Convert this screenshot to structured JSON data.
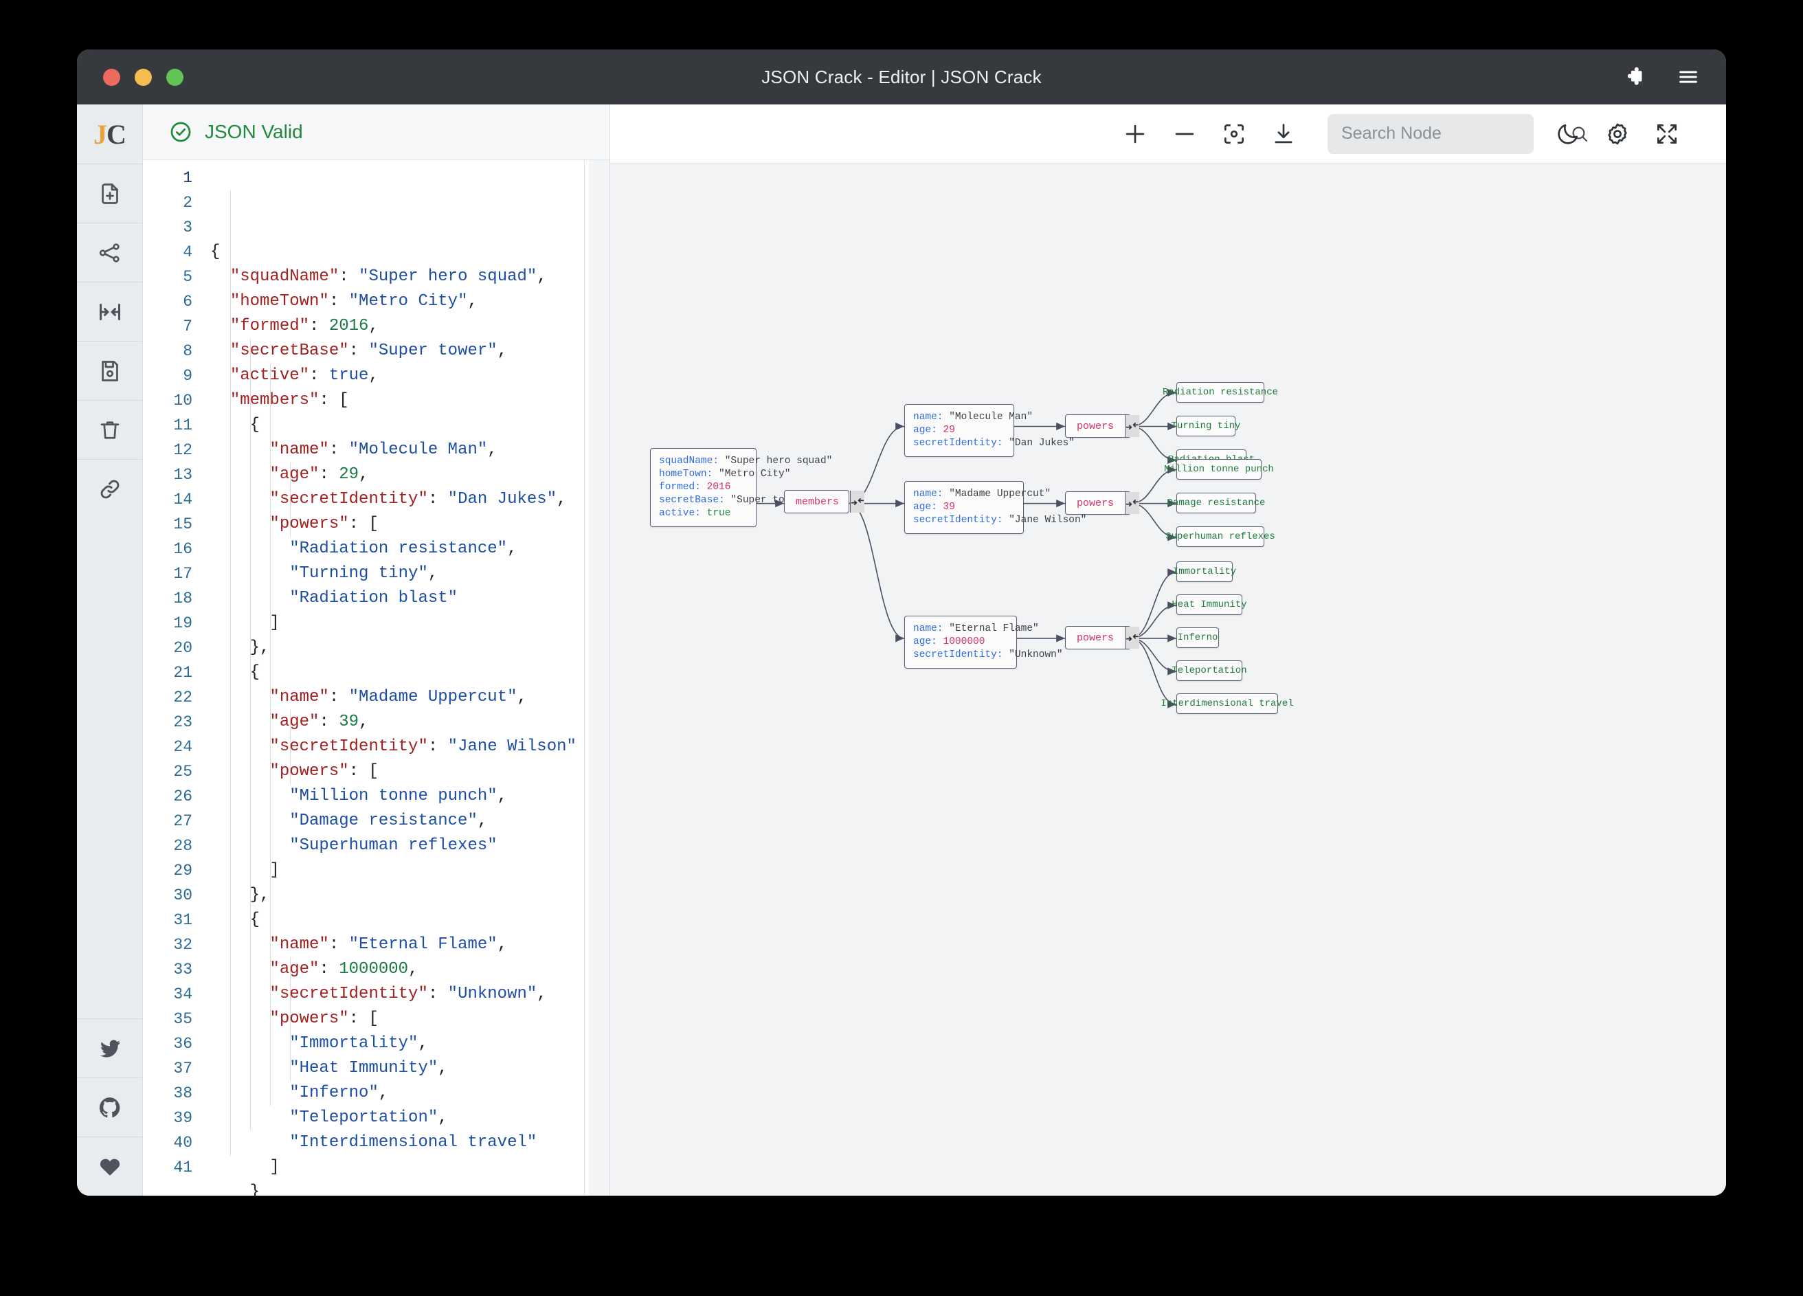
{
  "window": {
    "title": "JSON Crack - Editor | JSON Crack",
    "traffic": {
      "close": "close-button",
      "minimize": "minimize-button",
      "maximize": "maximize-button"
    },
    "right_icons": [
      {
        "name": "extensions-icon",
        "label": "Extensions"
      },
      {
        "name": "menu-icon",
        "label": "Menu"
      }
    ]
  },
  "rail": {
    "logo": {
      "first": "J",
      "second": "C"
    },
    "items": [
      {
        "name": "new-document",
        "icon": "file-plus-icon"
      },
      {
        "name": "graph-view",
        "icon": "share-nodes-icon"
      },
      {
        "name": "fit-width",
        "icon": "collapse-horizontal-icon"
      },
      {
        "name": "save",
        "icon": "floppy-disk-icon"
      },
      {
        "name": "delete",
        "icon": "trash-icon"
      },
      {
        "name": "share-link",
        "icon": "link-icon"
      }
    ],
    "social": [
      {
        "name": "twitter",
        "icon": "twitter-icon"
      },
      {
        "name": "github",
        "icon": "github-icon"
      },
      {
        "name": "sponsor",
        "icon": "heart-icon"
      }
    ]
  },
  "editor": {
    "status": {
      "text": "JSON Valid",
      "icon": "check-circle-icon",
      "color": "#21893b"
    },
    "first_line_number": 1,
    "last_line_number": 41,
    "lines": [
      {
        "n": 1,
        "tokens": [
          {
            "t": "punct",
            "v": "{"
          }
        ]
      },
      {
        "n": 2,
        "tokens": [
          {
            "t": "punct",
            "v": "  "
          },
          {
            "t": "key",
            "v": "\"squadName\""
          },
          {
            "t": "punct",
            "v": ": "
          },
          {
            "t": "str",
            "v": "\"Super hero squad\""
          },
          {
            "t": "punct",
            "v": ","
          }
        ]
      },
      {
        "n": 3,
        "tokens": [
          {
            "t": "punct",
            "v": "  "
          },
          {
            "t": "key",
            "v": "\"homeTown\""
          },
          {
            "t": "punct",
            "v": ": "
          },
          {
            "t": "str",
            "v": "\"Metro City\""
          },
          {
            "t": "punct",
            "v": ","
          }
        ]
      },
      {
        "n": 4,
        "tokens": [
          {
            "t": "punct",
            "v": "  "
          },
          {
            "t": "key",
            "v": "\"formed\""
          },
          {
            "t": "punct",
            "v": ": "
          },
          {
            "t": "num",
            "v": "2016"
          },
          {
            "t": "punct",
            "v": ","
          }
        ]
      },
      {
        "n": 5,
        "tokens": [
          {
            "t": "punct",
            "v": "  "
          },
          {
            "t": "key",
            "v": "\"secretBase\""
          },
          {
            "t": "punct",
            "v": ": "
          },
          {
            "t": "str",
            "v": "\"Super tower\""
          },
          {
            "t": "punct",
            "v": ","
          }
        ]
      },
      {
        "n": 6,
        "tokens": [
          {
            "t": "punct",
            "v": "  "
          },
          {
            "t": "key",
            "v": "\"active\""
          },
          {
            "t": "punct",
            "v": ": "
          },
          {
            "t": "bool",
            "v": "true"
          },
          {
            "t": "punct",
            "v": ","
          }
        ]
      },
      {
        "n": 7,
        "tokens": [
          {
            "t": "punct",
            "v": "  "
          },
          {
            "t": "key",
            "v": "\"members\""
          },
          {
            "t": "punct",
            "v": ": ["
          }
        ]
      },
      {
        "n": 8,
        "tokens": [
          {
            "t": "punct",
            "v": "    {"
          }
        ]
      },
      {
        "n": 9,
        "tokens": [
          {
            "t": "punct",
            "v": "      "
          },
          {
            "t": "key",
            "v": "\"name\""
          },
          {
            "t": "punct",
            "v": ": "
          },
          {
            "t": "str",
            "v": "\"Molecule Man\""
          },
          {
            "t": "punct",
            "v": ","
          }
        ]
      },
      {
        "n": 10,
        "tokens": [
          {
            "t": "punct",
            "v": "      "
          },
          {
            "t": "key",
            "v": "\"age\""
          },
          {
            "t": "punct",
            "v": ": "
          },
          {
            "t": "num",
            "v": "29"
          },
          {
            "t": "punct",
            "v": ","
          }
        ]
      },
      {
        "n": 11,
        "tokens": [
          {
            "t": "punct",
            "v": "      "
          },
          {
            "t": "key",
            "v": "\"secretIdentity\""
          },
          {
            "t": "punct",
            "v": ": "
          },
          {
            "t": "str",
            "v": "\"Dan Jukes\""
          },
          {
            "t": "punct",
            "v": ","
          }
        ]
      },
      {
        "n": 12,
        "tokens": [
          {
            "t": "punct",
            "v": "      "
          },
          {
            "t": "key",
            "v": "\"powers\""
          },
          {
            "t": "punct",
            "v": ": ["
          }
        ]
      },
      {
        "n": 13,
        "tokens": [
          {
            "t": "punct",
            "v": "        "
          },
          {
            "t": "str",
            "v": "\"Radiation resistance\""
          },
          {
            "t": "punct",
            "v": ","
          }
        ]
      },
      {
        "n": 14,
        "tokens": [
          {
            "t": "punct",
            "v": "        "
          },
          {
            "t": "str",
            "v": "\"Turning tiny\""
          },
          {
            "t": "punct",
            "v": ","
          }
        ]
      },
      {
        "n": 15,
        "tokens": [
          {
            "t": "punct",
            "v": "        "
          },
          {
            "t": "str",
            "v": "\"Radiation blast\""
          }
        ]
      },
      {
        "n": 16,
        "tokens": [
          {
            "t": "punct",
            "v": "      ]"
          }
        ]
      },
      {
        "n": 17,
        "tokens": [
          {
            "t": "punct",
            "v": "    },"
          }
        ]
      },
      {
        "n": 18,
        "tokens": [
          {
            "t": "punct",
            "v": "    {"
          }
        ]
      },
      {
        "n": 19,
        "tokens": [
          {
            "t": "punct",
            "v": "      "
          },
          {
            "t": "key",
            "v": "\"name\""
          },
          {
            "t": "punct",
            "v": ": "
          },
          {
            "t": "str",
            "v": "\"Madame Uppercut\""
          },
          {
            "t": "punct",
            "v": ","
          }
        ]
      },
      {
        "n": 20,
        "tokens": [
          {
            "t": "punct",
            "v": "      "
          },
          {
            "t": "key",
            "v": "\"age\""
          },
          {
            "t": "punct",
            "v": ": "
          },
          {
            "t": "num",
            "v": "39"
          },
          {
            "t": "punct",
            "v": ","
          }
        ]
      },
      {
        "n": 21,
        "tokens": [
          {
            "t": "punct",
            "v": "      "
          },
          {
            "t": "key",
            "v": "\"secretIdentity\""
          },
          {
            "t": "punct",
            "v": ": "
          },
          {
            "t": "str",
            "v": "\"Jane Wilson\""
          }
        ]
      },
      {
        "n": 22,
        "tokens": [
          {
            "t": "punct",
            "v": "      "
          },
          {
            "t": "key",
            "v": "\"powers\""
          },
          {
            "t": "punct",
            "v": ": ["
          }
        ]
      },
      {
        "n": 23,
        "tokens": [
          {
            "t": "punct",
            "v": "        "
          },
          {
            "t": "str",
            "v": "\"Million tonne punch\""
          },
          {
            "t": "punct",
            "v": ","
          }
        ]
      },
      {
        "n": 24,
        "tokens": [
          {
            "t": "punct",
            "v": "        "
          },
          {
            "t": "str",
            "v": "\"Damage resistance\""
          },
          {
            "t": "punct",
            "v": ","
          }
        ]
      },
      {
        "n": 25,
        "tokens": [
          {
            "t": "punct",
            "v": "        "
          },
          {
            "t": "str",
            "v": "\"Superhuman reflexes\""
          }
        ]
      },
      {
        "n": 26,
        "tokens": [
          {
            "t": "punct",
            "v": "      ]"
          }
        ]
      },
      {
        "n": 27,
        "tokens": [
          {
            "t": "punct",
            "v": "    },"
          }
        ]
      },
      {
        "n": 28,
        "tokens": [
          {
            "t": "punct",
            "v": "    {"
          }
        ]
      },
      {
        "n": 29,
        "tokens": [
          {
            "t": "punct",
            "v": "      "
          },
          {
            "t": "key",
            "v": "\"name\""
          },
          {
            "t": "punct",
            "v": ": "
          },
          {
            "t": "str",
            "v": "\"Eternal Flame\""
          },
          {
            "t": "punct",
            "v": ","
          }
        ]
      },
      {
        "n": 30,
        "tokens": [
          {
            "t": "punct",
            "v": "      "
          },
          {
            "t": "key",
            "v": "\"age\""
          },
          {
            "t": "punct",
            "v": ": "
          },
          {
            "t": "num",
            "v": "1000000"
          },
          {
            "t": "punct",
            "v": ","
          }
        ]
      },
      {
        "n": 31,
        "tokens": [
          {
            "t": "punct",
            "v": "      "
          },
          {
            "t": "key",
            "v": "\"secretIdentity\""
          },
          {
            "t": "punct",
            "v": ": "
          },
          {
            "t": "str",
            "v": "\"Unknown\""
          },
          {
            "t": "punct",
            "v": ","
          }
        ]
      },
      {
        "n": 32,
        "tokens": [
          {
            "t": "punct",
            "v": "      "
          },
          {
            "t": "key",
            "v": "\"powers\""
          },
          {
            "t": "punct",
            "v": ": ["
          }
        ]
      },
      {
        "n": 33,
        "tokens": [
          {
            "t": "punct",
            "v": "        "
          },
          {
            "t": "str",
            "v": "\"Immortality\""
          },
          {
            "t": "punct",
            "v": ","
          }
        ]
      },
      {
        "n": 34,
        "tokens": [
          {
            "t": "punct",
            "v": "        "
          },
          {
            "t": "str",
            "v": "\"Heat Immunity\""
          },
          {
            "t": "punct",
            "v": ","
          }
        ]
      },
      {
        "n": 35,
        "tokens": [
          {
            "t": "punct",
            "v": "        "
          },
          {
            "t": "str",
            "v": "\"Inferno\""
          },
          {
            "t": "punct",
            "v": ","
          }
        ]
      },
      {
        "n": 36,
        "tokens": [
          {
            "t": "punct",
            "v": "        "
          },
          {
            "t": "str",
            "v": "\"Teleportation\""
          },
          {
            "t": "punct",
            "v": ","
          }
        ]
      },
      {
        "n": 37,
        "tokens": [
          {
            "t": "punct",
            "v": "        "
          },
          {
            "t": "str",
            "v": "\"Interdimensional travel\""
          }
        ]
      },
      {
        "n": 38,
        "tokens": [
          {
            "t": "punct",
            "v": "      ]"
          }
        ]
      },
      {
        "n": 39,
        "tokens": [
          {
            "t": "punct",
            "v": "    }"
          }
        ]
      },
      {
        "n": 40,
        "tokens": [
          {
            "t": "punct",
            "v": "  ]"
          }
        ]
      },
      {
        "n": 41,
        "tokens": [
          {
            "t": "punct",
            "v": "}"
          }
        ]
      }
    ]
  },
  "graph_toolbar": {
    "buttons": [
      {
        "name": "zoom-in-button",
        "icon": "plus-icon"
      },
      {
        "name": "zoom-out-button",
        "icon": "minus-icon"
      },
      {
        "name": "center-view-button",
        "icon": "focus-icon"
      },
      {
        "name": "download-button",
        "icon": "download-icon"
      }
    ],
    "search": {
      "placeholder": "Search Node",
      "value": "",
      "icon": "search-icon"
    },
    "right_buttons": [
      {
        "name": "dark-mode-toggle",
        "icon": "moon-icon"
      },
      {
        "name": "settings-button",
        "icon": "gear-icon"
      },
      {
        "name": "fullscreen-button",
        "icon": "fullscreen-icon"
      }
    ]
  },
  "graph": {
    "colors": {
      "node_bg": "#fbfbfb",
      "node_border": "#5b5f78",
      "key": "#2f6be0",
      "string": "#3c3f44",
      "number": "#d6316e",
      "boolean": "#1b8a4b",
      "leaf_text": "#1f7a3d",
      "edge": "#4a4f63",
      "canvas_bg": "#f1f3f5"
    },
    "nodes": {
      "root": {
        "name": "root-node",
        "rows": [
          {
            "key": "squadName",
            "value": "\"Super hero squad\"",
            "type": "string"
          },
          {
            "key": "homeTown",
            "value": "\"Metro City\"",
            "type": "string"
          },
          {
            "key": "formed",
            "value": "2016",
            "type": "number"
          },
          {
            "key": "secretBase",
            "value": "\"Super tower\"",
            "type": "string"
          },
          {
            "key": "active",
            "value": "true",
            "type": "boolean"
          }
        ]
      },
      "members": {
        "name": "members-node",
        "label": "members"
      },
      "member_1": {
        "name": "member-node-molecule-man",
        "rows": [
          {
            "key": "name",
            "value": "\"Molecule Man\"",
            "type": "string"
          },
          {
            "key": "age",
            "value": "29",
            "type": "number"
          },
          {
            "key": "secretIdentity",
            "value": "\"Dan Jukes\"",
            "type": "string"
          }
        ]
      },
      "member_2": {
        "name": "member-node-madame-uppercut",
        "rows": [
          {
            "key": "name",
            "value": "\"Madame Uppercut\"",
            "type": "string"
          },
          {
            "key": "age",
            "value": "39",
            "type": "number"
          },
          {
            "key": "secretIdentity",
            "value": "\"Jane Wilson\"",
            "type": "string"
          }
        ]
      },
      "member_3": {
        "name": "member-node-eternal-flame",
        "rows": [
          {
            "key": "name",
            "value": "\"Eternal Flame\"",
            "type": "string"
          },
          {
            "key": "age",
            "value": "1000000",
            "type": "number"
          },
          {
            "key": "secretIdentity",
            "value": "\"Unknown\"",
            "type": "string"
          }
        ]
      },
      "powers_1": {
        "name": "powers-node-1",
        "label": "powers"
      },
      "powers_2": {
        "name": "powers-node-2",
        "label": "powers"
      },
      "powers_3": {
        "name": "powers-node-3",
        "label": "powers"
      },
      "leaves_1": [
        "Radiation resistance",
        "Turning tiny",
        "Radiation blast"
      ],
      "leaves_2": [
        "Million tonne punch",
        "Damage resistance",
        "Superhuman reflexes"
      ],
      "leaves_3": [
        "Immortality",
        "Heat Immunity",
        "Inferno",
        "Teleportation",
        "Interdimensional travel"
      ]
    }
  }
}
